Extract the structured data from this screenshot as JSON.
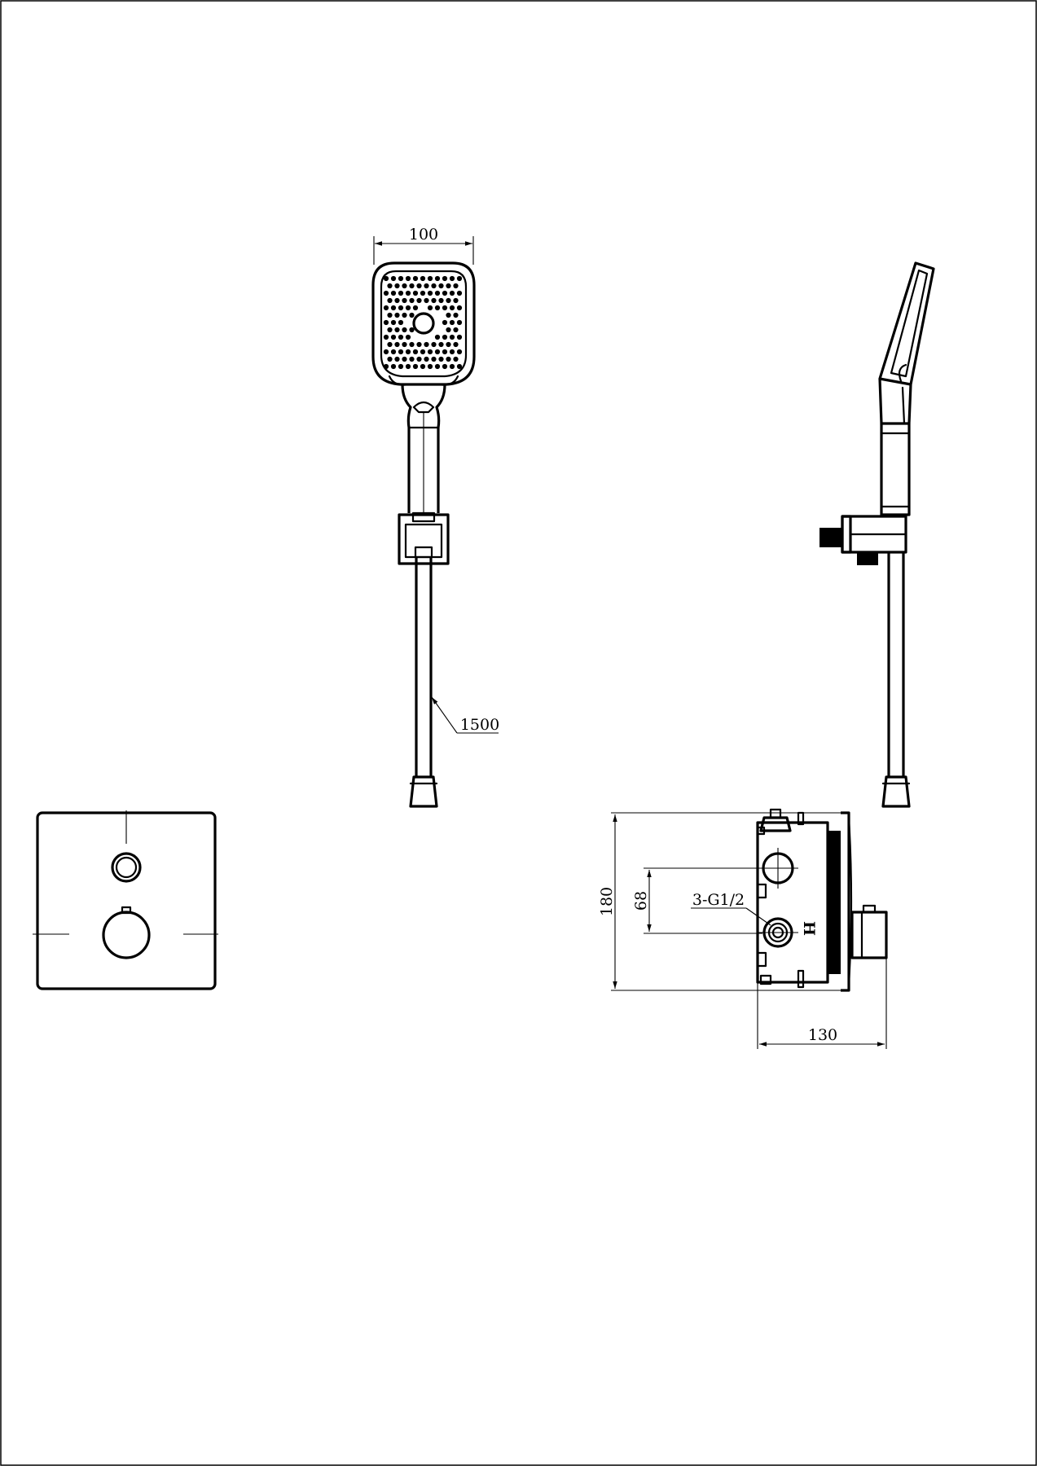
{
  "drawing": {
    "border_color": "#000000",
    "background": "#ffffff"
  },
  "dimensions": {
    "head_width": "100",
    "hose_length": "1500",
    "valve_height": "180",
    "inlet_spacing": "68",
    "inlet_spec": "3-G1/2",
    "valve_depth": "130",
    "hot_mark": "H"
  }
}
